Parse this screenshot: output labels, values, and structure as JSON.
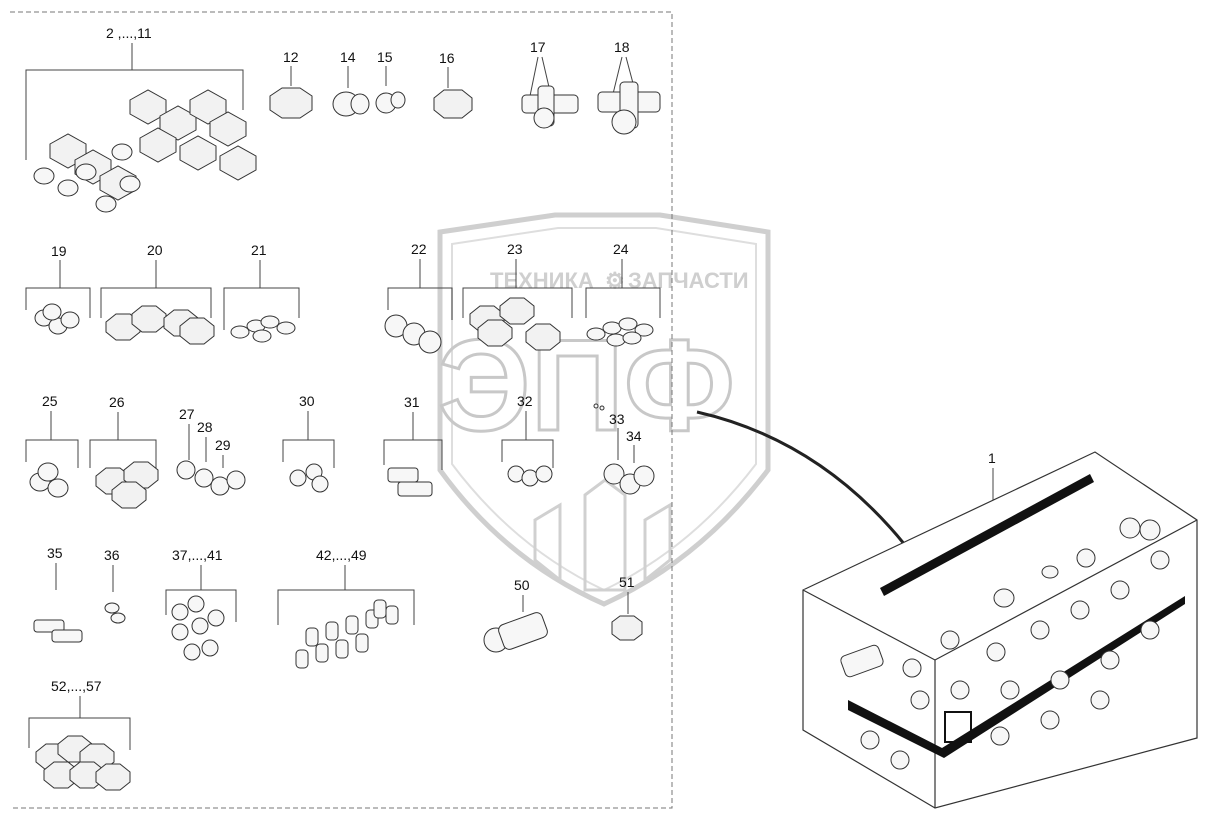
{
  "watermark": {
    "top_left": "ТЕХНИКА",
    "top_right": "ЗАПЧАСТИ",
    "big": "ЭПФ"
  },
  "callouts": {
    "p1": "1",
    "p2_11": "2 ,...,11",
    "p12": "12",
    "p14": "14",
    "p15": "15",
    "p16": "16",
    "p17": "17",
    "p18": "18",
    "p19": "19",
    "p20": "20",
    "p21": "21",
    "p22": "22",
    "p23": "23",
    "p24": "24",
    "p25": "25",
    "p26": "26",
    "p27": "27",
    "p28": "28",
    "p29": "29",
    "p30": "30",
    "p31": "31",
    "p32": "32",
    "p33": "33",
    "p34": "34",
    "p35": "35",
    "p36": "36",
    "p37_41": "37,...,41",
    "p42_49": "42,...,49",
    "p50": "50",
    "p51": "51",
    "p52_57": "52,...,57"
  },
  "colors": {
    "line": "#333333",
    "watermark": "#cfcfcf",
    "band": "#111111"
  }
}
